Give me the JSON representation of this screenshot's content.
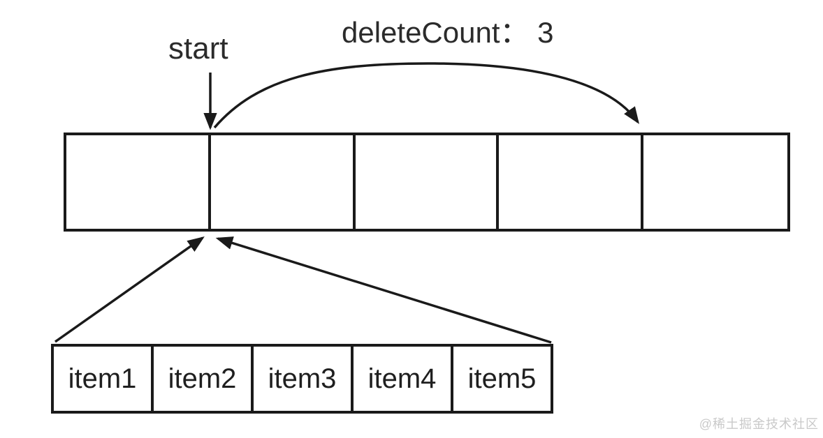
{
  "diagram": {
    "start_label": "start",
    "delete_count_label": "deleteCount：  3",
    "top_array": {
      "cell_count": 5,
      "cells": [
        "",
        "",
        "",
        "",
        ""
      ]
    },
    "bottom_array": {
      "items": [
        "item1",
        "item2",
        "item3",
        "item4",
        "item5"
      ]
    }
  },
  "watermark": {
    "text": "@稀土掘金技术社区"
  },
  "colors": {
    "line": "#1a1a1a",
    "label_text": "#2b2b2b",
    "item_text": "#1f1f1f",
    "watermark": "#c9c9c9",
    "background": "#ffffff"
  }
}
